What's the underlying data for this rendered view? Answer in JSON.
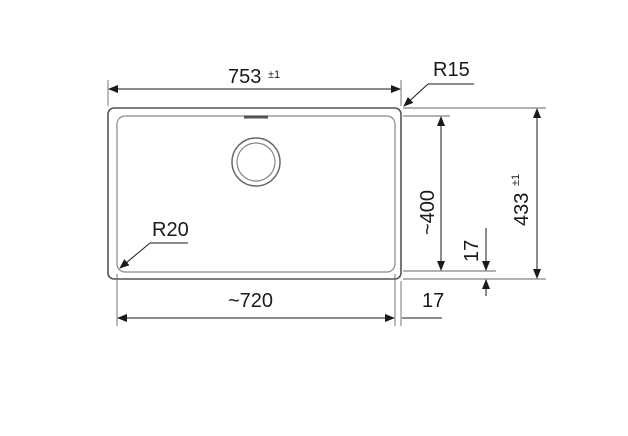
{
  "drawing": {
    "overall_width": {
      "value": "753",
      "tolerance": "±1"
    },
    "overall_depth": {
      "value": "433",
      "tolerance": "±1"
    },
    "bowl_width": "~720",
    "bowl_depth": "~400",
    "rim_bottom": "17",
    "rim_right": "17",
    "outer_radius": "R15",
    "inner_radius": "R20"
  }
}
